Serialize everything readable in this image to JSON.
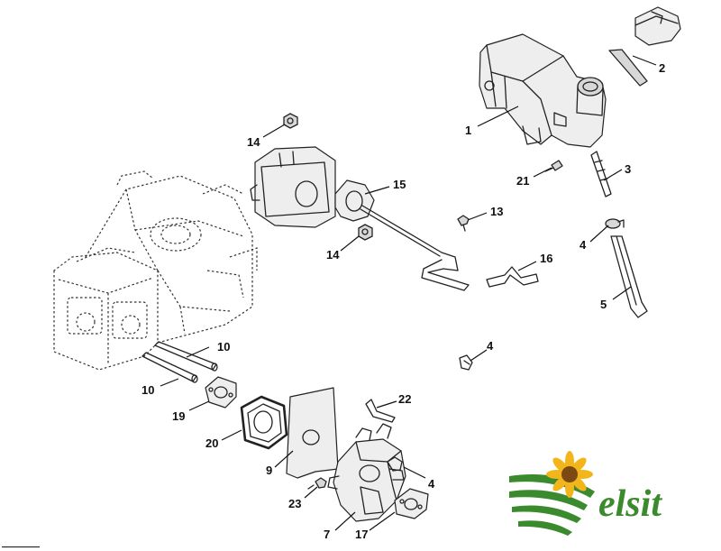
{
  "diagram": {
    "callouts": [
      {
        "id": "c1",
        "label": "1"
      },
      {
        "id": "c2",
        "label": "2"
      },
      {
        "id": "c3",
        "label": "3"
      },
      {
        "id": "c4a",
        "label": "4"
      },
      {
        "id": "c5",
        "label": "5"
      },
      {
        "id": "c4b",
        "label": "4"
      },
      {
        "id": "c4c",
        "label": "4"
      },
      {
        "id": "c7",
        "label": "7"
      },
      {
        "id": "c9",
        "label": "9"
      },
      {
        "id": "c10a",
        "label": "10"
      },
      {
        "id": "c10b",
        "label": "10"
      },
      {
        "id": "c13",
        "label": "13"
      },
      {
        "id": "c14a",
        "label": "14"
      },
      {
        "id": "c14b",
        "label": "14"
      },
      {
        "id": "c15",
        "label": "15"
      },
      {
        "id": "c16",
        "label": "16"
      },
      {
        "id": "c17",
        "label": "17"
      },
      {
        "id": "c19",
        "label": "19"
      },
      {
        "id": "c20",
        "label": "20"
      },
      {
        "id": "c21",
        "label": "21"
      },
      {
        "id": "c22",
        "label": "22"
      },
      {
        "id": "c23",
        "label": "23"
      }
    ]
  },
  "logo": {
    "text": "elsit",
    "colors": {
      "green": "#3c8a2e",
      "sunflower": "#f2b61c",
      "center": "#7a4a12"
    }
  }
}
